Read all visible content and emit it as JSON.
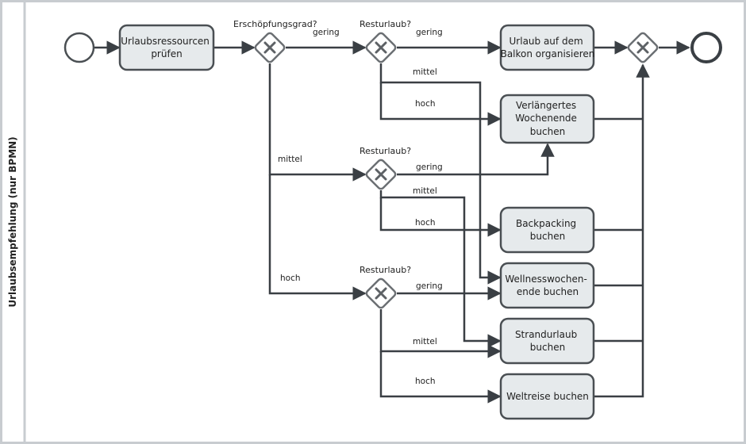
{
  "lane": {
    "title": "Urlaubsempfehlung (nur BPMN)"
  },
  "tasks": {
    "check_resources": [
      "Urlaubsressourcen",
      "prüfen"
    ],
    "balcony": [
      "Urlaub auf dem",
      "Balkon organisieren"
    ],
    "long_weekend": [
      "Verlängertes",
      "Wochenende",
      "buchen"
    ],
    "backpacking": [
      "Backpacking",
      "buchen"
    ],
    "wellness": [
      "Wellnesswochen-",
      "ende buchen"
    ],
    "beach": [
      "Strandurlaub",
      "buchen"
    ],
    "world_trip": [
      "Weltreise buchen"
    ]
  },
  "gateways": {
    "exhaustion": "Erschöpfungsgrad?",
    "vacation_1": "Resturlaub?",
    "vacation_2": "Resturlaub?",
    "vacation_3": "Resturlaub?"
  },
  "flows": {
    "exh_low": "gering",
    "exh_mid": "mittel",
    "exh_high": "hoch",
    "v1_low": "gering",
    "v1_mid": "mittel",
    "v1_high": "hoch",
    "v2_low": "gering",
    "v2_mid": "mittel",
    "v2_high": "hoch",
    "v3_low": "gering",
    "v3_mid": "mittel",
    "v3_high": "hoch"
  },
  "colors": {
    "line": "#3a3f44",
    "task_fill": "#e6eaec",
    "task_stroke": "#4a4f53",
    "gateway_stroke": "#6b6f73",
    "frame": "#c8ccd0"
  }
}
